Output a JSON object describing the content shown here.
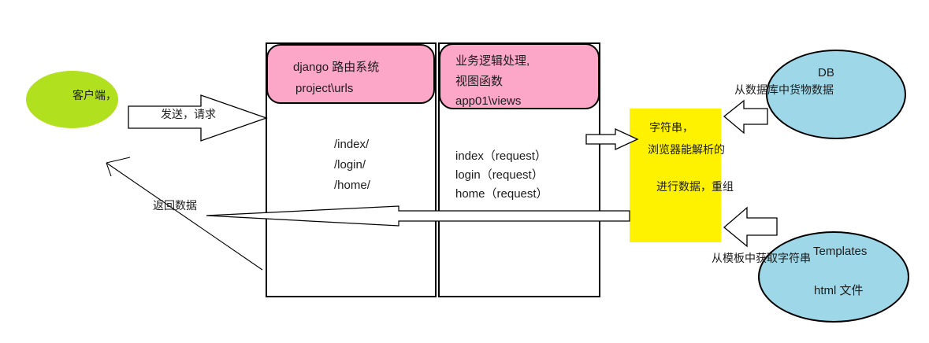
{
  "diagram": {
    "client": {
      "label": "客户端，"
    },
    "send_arrow_label": "发送，请求",
    "return_arrow_label": "返回数据",
    "urls_box": {
      "title_line1": "django 路由系统",
      "title_line2": "project\\urls",
      "routes": [
        "/index/",
        "/login/",
        "/home/"
      ]
    },
    "views_box": {
      "title_line1": "业务逻辑处理,",
      "title_line2": "视图函数",
      "title_line3": "app01\\views",
      "functions": [
        "index（request）",
        "login（request）",
        "home（request）"
      ]
    },
    "string_box": {
      "line1": "字符串，",
      "line2": "浏览器能解析的",
      "line3": "进行数据，重组"
    },
    "db": {
      "title": "DB",
      "note": "从数据库中货物数据"
    },
    "templates": {
      "title": "Templates",
      "subtitle": "html 文件",
      "note": "从模板中获取字符串"
    },
    "colors": {
      "client_fill": "#B1E01E",
      "header_fill": "#FCA6C8",
      "string_fill": "#FFF200",
      "datastore_fill": "#9ED8E8",
      "outline": "#000000"
    }
  }
}
